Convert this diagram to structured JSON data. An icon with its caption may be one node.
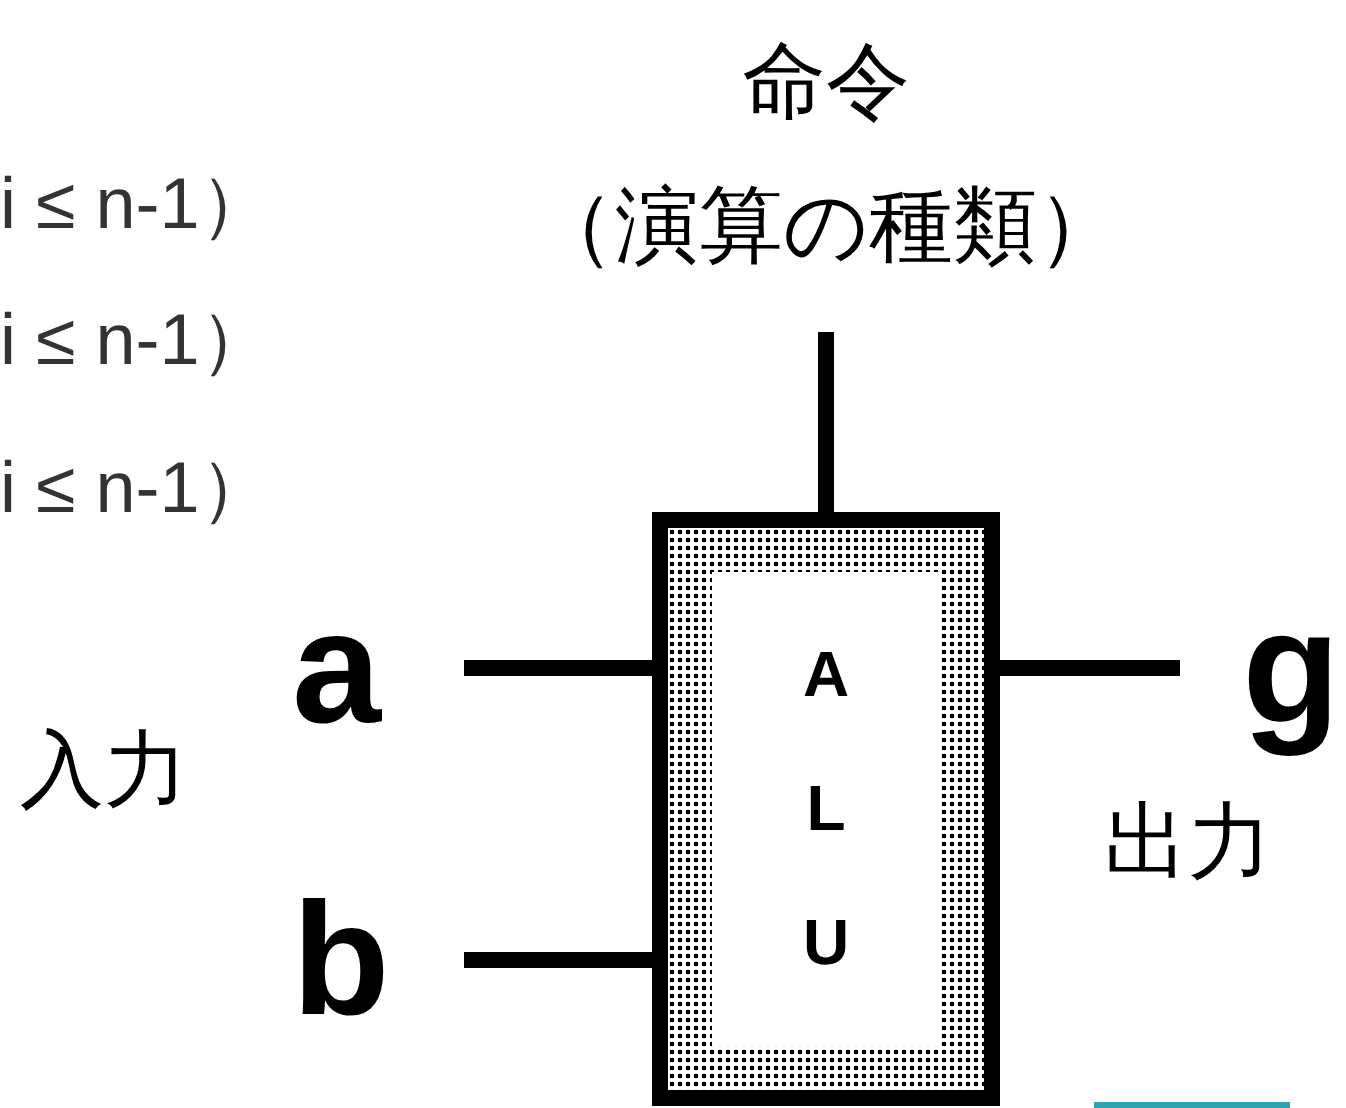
{
  "diagram": {
    "nodes": [
      {
        "text": [
          "ALU"
        ]
      },
      {
        "text": [
          "a"
        ]
      },
      {
        "text": [
          "b"
        ]
      },
      {
        "text": [
          "g"
        ]
      },
      {
        "text": [
          "命令",
          "（演算の種類）"
        ]
      }
    ],
    "edges": [
      {
        "from": 1,
        "to": 0,
        "arrow": "none"
      },
      {
        "from": 2,
        "to": 0,
        "arrow": "none"
      },
      {
        "from": 0,
        "to": 3,
        "arrow": "none"
      },
      {
        "from": 4,
        "to": 0,
        "arrow": "none"
      }
    ],
    "labels": [
      "i ≤ n-1）",
      "i ≤ n-1）",
      "i ≤ n-1）",
      "入力",
      "出力"
    ]
  }
}
